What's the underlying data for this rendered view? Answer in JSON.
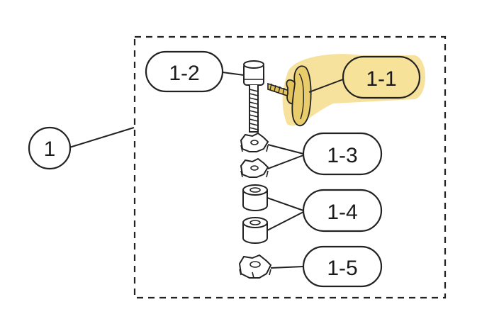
{
  "labels": {
    "assembly": "1",
    "part_1_1": "1-1",
    "part_1_2": "1-2",
    "part_1_3": "1-3",
    "part_1_4": "1-4",
    "part_1_5": "1-5"
  },
  "colors": {
    "highlight": "#f5dc8c",
    "highlight_part": "#e2c25a",
    "line": "#222222",
    "part_fill": "#ffffff"
  }
}
